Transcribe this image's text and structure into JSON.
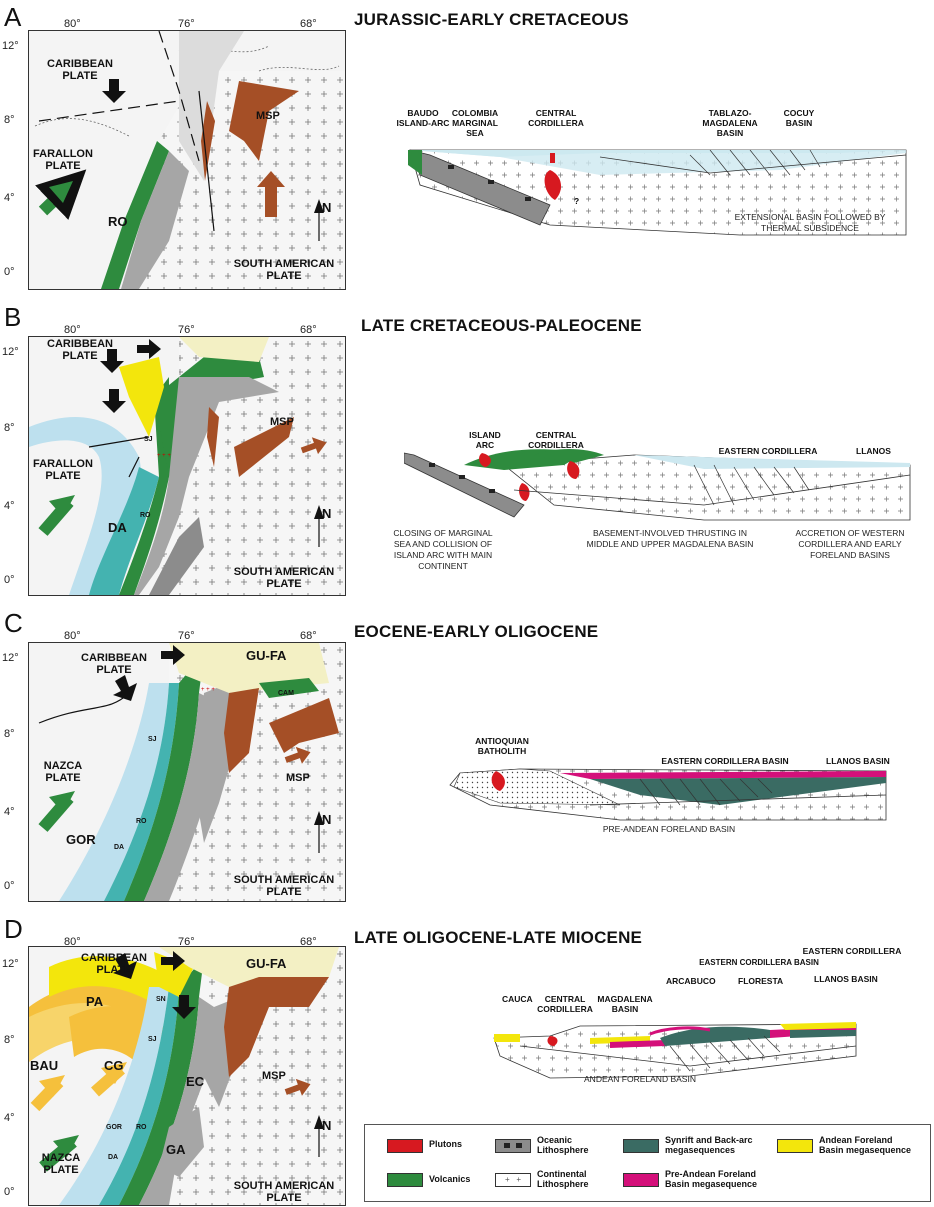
{
  "colors": {
    "volcanic": "#2e8b3e",
    "pluton": "#d71920",
    "oceanic": "#8c8c8c",
    "synrift": "#3a6b63",
    "preandean": "#d4107a",
    "andean": "#f3e60c",
    "msp": "#a54f26",
    "seawater": "#cde8f0",
    "caribbean": "#f3f0c4",
    "gray": "#a6a6a6",
    "lightgray": "#dedede",
    "teal": "#44b3b0",
    "lightblue": "#bde0ee",
    "bau": "#f5c03c"
  },
  "panels": [
    {
      "letter": "A",
      "title": "JURASSIC-EARLY CRETACEOUS",
      "lon": [
        "80°",
        "76°",
        "68°"
      ],
      "lat": [
        "12°",
        "8°",
        "4°",
        "0°"
      ],
      "map_labels": {
        "caribbean": "CARIBBEAN\nPLATE",
        "farallon": "FARALLON\nPLATE",
        "ro": "RO",
        "msp": "MSP",
        "north": "N",
        "south_american": "SOUTH AMERICAN\nPLATE"
      },
      "section_labels": {
        "baudo": "BAUDO\nISLAND-ARC",
        "colombia": "COLOMBIA\nMARGINAL\nSEA",
        "central": "CENTRAL\nCORDILLERA",
        "tablazo": "TABLAZO-\nMAGDALENA\nBASIN",
        "cocuy": "COCUY\nBASIN",
        "q": "?"
      },
      "notes": [
        "EXTENSIONAL BASIN FOLLOWED BY\nTHERMAL SUBSIDENCE"
      ]
    },
    {
      "letter": "B",
      "title": "LATE CRETACEOUS-PALEOCENE",
      "lon": [
        "80°",
        "76°",
        "68°"
      ],
      "lat": [
        "12°",
        "8°",
        "4°",
        "0°"
      ],
      "map_labels": {
        "caribbean": "CARIBBEAN\nPLATE",
        "farallon": "FARALLON\nPLATE",
        "da": "DA",
        "sj": "SJ",
        "ro": "RO",
        "msp": "MSP",
        "north": "N",
        "south_american": "SOUTH AMERICAN\nPLATE"
      },
      "section_labels": {
        "island": "ISLAND\nARC",
        "central": "CENTRAL\nCORDILLERA",
        "eastern": "EASTERN CORDILLERA",
        "llanos": "LLANOS"
      },
      "notes": [
        "CLOSING OF MARGINAL\nSEA AND COLLISION OF\nISLAND ARC WITH MAIN\nCONTINENT",
        "BASEMENT-INVOLVED THRUSTING IN\nMIDDLE AND UPPER MAGDALENA BASIN",
        "ACCRETION OF WESTERN\nCORDILLERA AND EARLY\nFORELAND BASINS"
      ]
    },
    {
      "letter": "C",
      "title": "EOCENE-EARLY OLIGOCENE",
      "lon": [
        "80°",
        "76°",
        "68°"
      ],
      "lat": [
        "12°",
        "8°",
        "4°",
        "0°"
      ],
      "map_labels": {
        "caribbean": "CARIBBEAN\nPLATE",
        "nazca": "NAZCA\nPLATE",
        "gor": "GOR",
        "gufa": "GU-FA",
        "sj": "SJ",
        "ro": "RO",
        "da": "DA",
        "cam": "CAM",
        "msp": "MSP",
        "north": "N",
        "south_american": "SOUTH AMERICAN\nPLATE"
      },
      "section_labels": {
        "antioquian": "ANTIOQUIAN\nBATHOLITH",
        "eastern": "EASTERN CORDILLERA BASIN",
        "llanos": "LLANOS BASIN"
      },
      "notes": [
        "PRE-ANDEAN FORELAND BASIN"
      ]
    },
    {
      "letter": "D",
      "title": "LATE OLIGOCENE-LATE MIOCENE",
      "lon": [
        "80°",
        "76°",
        "68°"
      ],
      "lat": [
        "12°",
        "8°",
        "4°",
        "0°"
      ],
      "map_labels": {
        "caribbean": "CARIBBEAN\nPLATE",
        "nazca": "NAZCA\nPLATE",
        "pa": "PA",
        "bau": "BAU",
        "cg": "CG",
        "gufa": "GU-FA",
        "ec": "EC",
        "ga": "GA",
        "sn": "SN",
        "sj": "SJ",
        "ro": "RO",
        "gor": "GOR",
        "da": "DA",
        "msp": "MSP",
        "north": "N",
        "south_american": "SOUTH AMERICAN\nPLATE"
      },
      "section_labels": {
        "cauca": "CAUCA",
        "central": "CENTRAL\nCORDILLERA",
        "magdalena": "MAGDALENA\nBASIN",
        "eastern_top": "EASTERN CORDILLERA",
        "eastern_basin": "EASTERN CORDILLERA BASIN",
        "arcabuco": "ARCABUCO",
        "floresta": "FLORESTA",
        "llanos": "LLANOS BASIN"
      },
      "notes": [
        "ANDEAN FORELAND BASIN"
      ]
    }
  ],
  "legend": [
    {
      "label": "Plutons",
      "swatch": "pluton"
    },
    {
      "label": "Oceanic\nLithosphere",
      "swatch": "oceanic"
    },
    {
      "label": "Synrift and Back-arc\nmegasequences",
      "swatch": "synrift"
    },
    {
      "label": "Andean  Foreland\nBasin megasequence",
      "swatch": "andean"
    },
    {
      "label": "Volcanics",
      "swatch": "volcanic"
    },
    {
      "label": "Continental\nLithosphere",
      "swatch": "continental"
    },
    {
      "label": "Pre-Andean  Foreland\nBasin megasequence",
      "swatch": "preandean"
    }
  ]
}
